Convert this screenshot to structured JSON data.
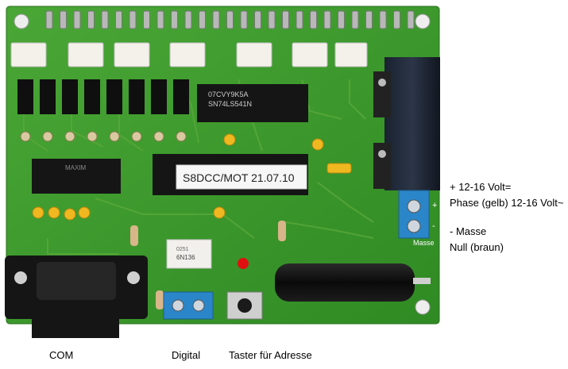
{
  "photo": {
    "board_label_line": "S8DCC/MOT 21.07.10",
    "chip_top_line1": "07CVY9K5A",
    "chip_top_line2": "SN74LS541N",
    "chip_left_text": "MAXIM",
    "optocoupler_text": "6N136",
    "optocoupler_sub": "0251",
    "silk_plus": "+",
    "silk_minus": "-",
    "silk_masse": "Masse"
  },
  "annotations": {
    "voltage_plus": "+ 12-16 Volt=",
    "voltage_phase": "Phase (gelb) 12-16 Volt~",
    "masse_minus": "- Masse",
    "null_braun": "Null (braun)"
  },
  "captions": {
    "com": "COM",
    "digital": "Digital",
    "taster": "Taster für Adresse"
  },
  "colors": {
    "pcb": "#3f9a2c",
    "connector_blue": "#2a86c8",
    "led_red": "#e01010"
  }
}
